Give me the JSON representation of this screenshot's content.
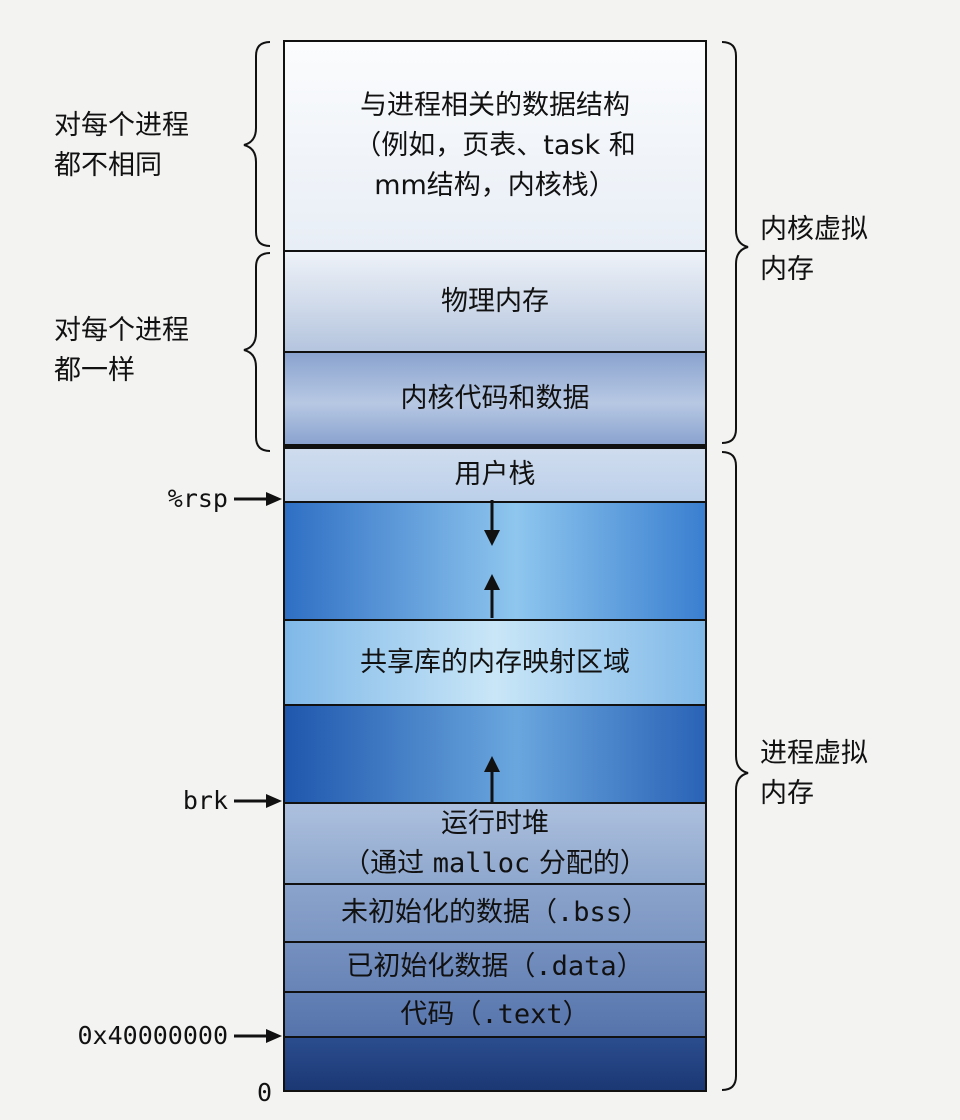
{
  "segments": {
    "kernel_structs": {
      "lines": [
        "与进程相关的数据结构",
        "（例如，页表、task 和",
        "mm结构，内核栈）"
      ]
    },
    "physical_memory": {
      "label": "物理内存"
    },
    "kernel_code_data": {
      "label": "内核代码和数据"
    },
    "user_stack": {
      "label": "用户栈"
    },
    "shared_libs": {
      "label": "共享库的内存映射区域"
    },
    "runtime_heap": {
      "line1": "运行时堆",
      "line2_prefix": "（通过 ",
      "line2_mono": "malloc",
      "line2_suffix": " 分配的）"
    },
    "bss": {
      "prefix": "未初始化的数据（",
      "mono": ".bss",
      "suffix": "）"
    },
    "data": {
      "prefix": "已初始化数据（",
      "mono": ".data",
      "suffix": "）"
    },
    "text": {
      "prefix": "代码（",
      "mono": ".text",
      "suffix": "）"
    }
  },
  "left_labels": {
    "different_per_process": [
      "对每个进程",
      "都不相同"
    ],
    "same_per_process": [
      "对每个进程",
      "都一样"
    ]
  },
  "right_labels": {
    "kernel_vm": [
      "内核虚拟",
      "内存"
    ],
    "process_vm": [
      "进程虚拟",
      "内存"
    ]
  },
  "pointers": {
    "rsp": "%rsp",
    "brk": "brk",
    "text_start": "0x40000000",
    "zero": "0"
  }
}
